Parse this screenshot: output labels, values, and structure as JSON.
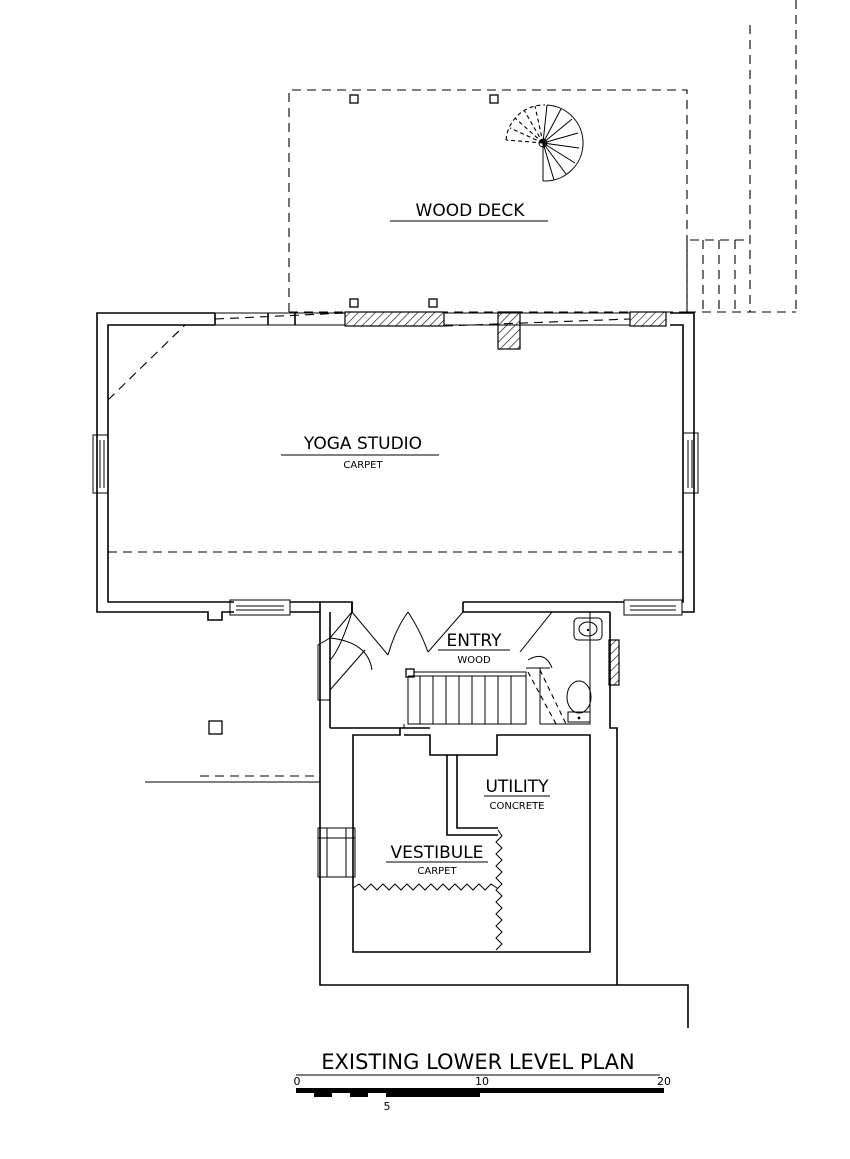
{
  "plan_title": "EXISTING LOWER LEVEL PLAN",
  "rooms": [
    {
      "name": "WOOD DECK",
      "finish": ""
    },
    {
      "name": "YOGA STUDIO",
      "finish": "CARPET"
    },
    {
      "name": "ENTRY",
      "finish": "WOOD"
    },
    {
      "name": "UTILITY",
      "finish": "CONCRETE"
    },
    {
      "name": "VESTIBULE",
      "finish": "CARPET"
    }
  ],
  "scale_bar": {
    "ticks": [
      "0",
      "5",
      "10",
      "20"
    ]
  }
}
